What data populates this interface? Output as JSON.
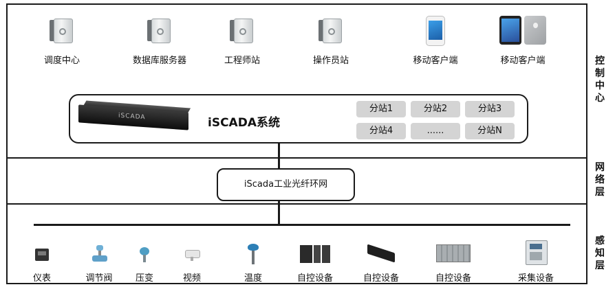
{
  "layers": {
    "control": "控制中心",
    "network": "网络层",
    "sense": "感知层"
  },
  "control_devices": [
    "调度中心",
    "数据库服务器",
    "工程师站",
    "操作员站",
    "移动客户端",
    "移动客户端"
  ],
  "system": {
    "title": "iSCADA系统",
    "server_brand": "iSCADA",
    "substations": [
      "分站1",
      "分站2",
      "分站3",
      "分站4",
      "......",
      "分站N"
    ]
  },
  "network": {
    "label": "iScada工业光纤环网"
  },
  "field_devices": [
    "仪表",
    "调节阀",
    "压变",
    "视频",
    "温度",
    "自控设备",
    "自控设备",
    "自控设备",
    "采集设备"
  ]
}
